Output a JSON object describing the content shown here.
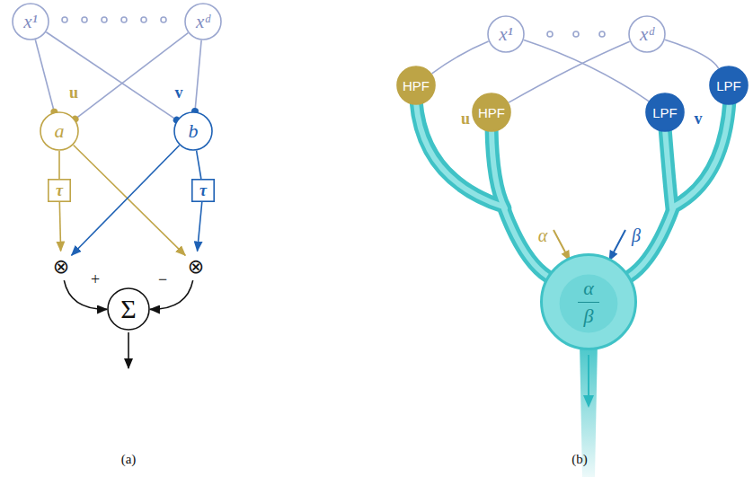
{
  "diagram": {
    "nodes": [
      {
        "text": [
          "x¹"
        ]
      },
      {
        "text": [
          "xᵈ"
        ]
      },
      {
        "text": [
          "a"
        ]
      },
      {
        "text": [
          "b"
        ]
      },
      {
        "text": [
          "τ"
        ]
      },
      {
        "text": [
          "τ"
        ]
      },
      {
        "text": [
          "⊗"
        ]
      },
      {
        "text": [
          "⊗"
        ]
      },
      {
        "text": [
          "Σ"
        ]
      },
      {
        "text": [
          "x¹"
        ]
      },
      {
        "text": [
          "xᵈ"
        ]
      },
      {
        "text": [
          "HPF"
        ]
      },
      {
        "text": [
          "HPF"
        ]
      },
      {
        "text": [
          "LPF"
        ]
      },
      {
        "text": [
          "LPF"
        ]
      },
      {
        "text": [
          "α",
          "β"
        ]
      }
    ],
    "edges": [
      {
        "from": 0,
        "to": 2,
        "arrow": "to"
      },
      {
        "from": 0,
        "to": 3,
        "arrow": "to"
      },
      {
        "from": 1,
        "to": 2,
        "arrow": "to"
      },
      {
        "from": 1,
        "to": 3,
        "arrow": "to"
      },
      {
        "from": 2,
        "to": 4,
        "arrow": "none"
      },
      {
        "from": 4,
        "to": 6,
        "arrow": "to"
      },
      {
        "from": 2,
        "to": 7,
        "arrow": "to"
      },
      {
        "from": 3,
        "to": 6,
        "arrow": "to"
      },
      {
        "from": 3,
        "to": 5,
        "arrow": "none"
      },
      {
        "from": 5,
        "to": 7,
        "arrow": "to"
      },
      {
        "from": 6,
        "to": 8,
        "arrow": "to"
      },
      {
        "from": 7,
        "to": 8,
        "arrow": "to"
      },
      {
        "from": 9,
        "to": 11,
        "arrow": "none"
      },
      {
        "from": 9,
        "to": 13,
        "arrow": "none"
      },
      {
        "from": 10,
        "to": 12,
        "arrow": "none"
      },
      {
        "from": 10,
        "to": 14,
        "arrow": "none"
      }
    ],
    "labels": [
      "u",
      "v",
      "+",
      "−",
      "(a)",
      "u",
      "v",
      "α",
      "β",
      "(b)"
    ]
  }
}
